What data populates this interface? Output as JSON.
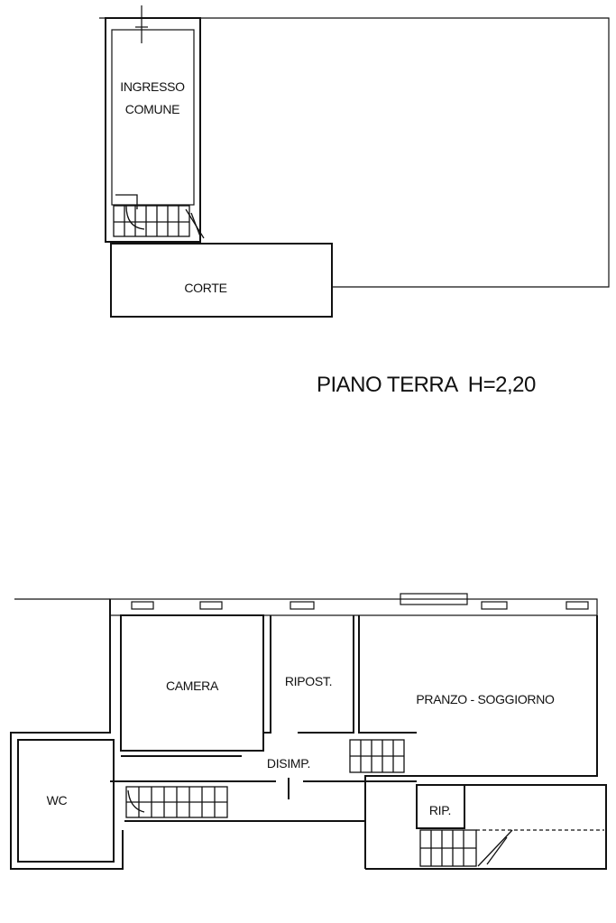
{
  "ground_floor": {
    "rooms": {
      "ingresso_line1": "INGRESSO",
      "ingresso_line2": "COMUNE",
      "corte": "CORTE"
    },
    "caption": "PIANO TERRA  H=2,20"
  },
  "upper_floor": {
    "rooms": {
      "camera": "CAMERA",
      "ripost": "RIPOST.",
      "pranzo": "PRANZO - SOGGIORNO",
      "disimp": "DISIMP.",
      "wc": "WC",
      "rip": "RIP."
    }
  }
}
